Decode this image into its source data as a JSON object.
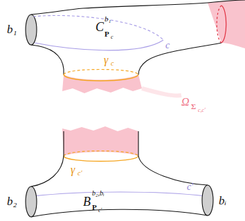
{
  "diagram": {
    "labels": [
      "b₁",
      "C",
      "b₁",
      "P",
      "c",
      "c",
      "γ",
      "c",
      "Ω",
      "Σ",
      "c,c′",
      "γ",
      "c′",
      "b₂",
      "B",
      "b₂,bᵢ",
      "P",
      "c′",
      "c′",
      "bᵢ"
    ]
  }
}
